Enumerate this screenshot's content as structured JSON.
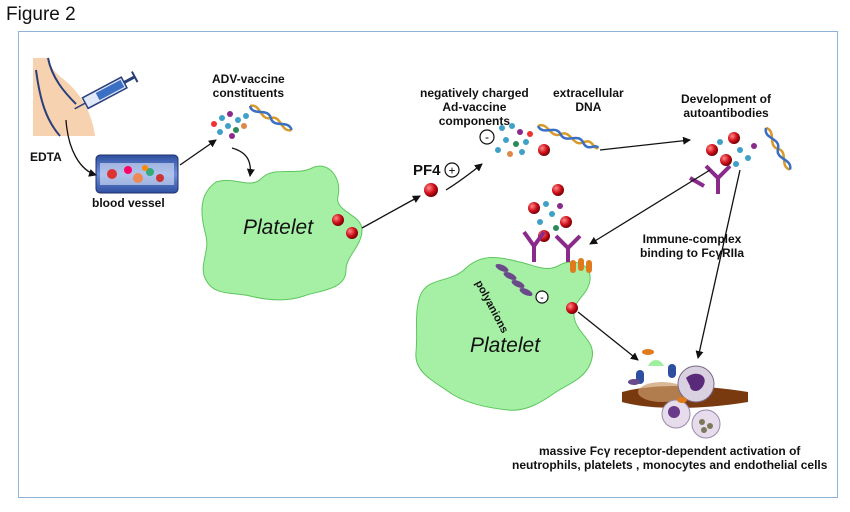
{
  "figure_title": "Figure 2",
  "labels": {
    "edta": "EDTA",
    "blood_vessel": "blood vessel",
    "adv_constituents_1": "ADV-vaccine",
    "adv_constituents_2": "constituents",
    "platelet_top": "Platelet",
    "pf4": "PF4",
    "neg_charged_1": "negatively charged",
    "neg_charged_2": "Ad-vaccine",
    "neg_charged_3": "components",
    "extracellular_1": "extracellular",
    "extracellular_2": "DNA",
    "autoab_1": "Development of",
    "autoab_2": "autoantibodies",
    "immune_complex_1": "Immune-complex",
    "immune_complex_2": "binding to FcγRIIa",
    "polyanions": "polyanions",
    "platelet_bottom": "Platelet",
    "activation_1": "massive Fcγ receptor-dependent activation of",
    "activation_2": "neutrophils, platelets , monocytes and endothelial cells"
  },
  "symbols": {
    "plus": "+",
    "minus": "-"
  },
  "colors": {
    "platelet_fill": "#a6f0a6",
    "pf4_red": "#d0101a",
    "antibody_purple": "#8a2a8a",
    "frame_border": "#8fb2d9",
    "vessel_blue": "#2e4fa0",
    "fc_receptor_orange": "#e07a1a"
  }
}
